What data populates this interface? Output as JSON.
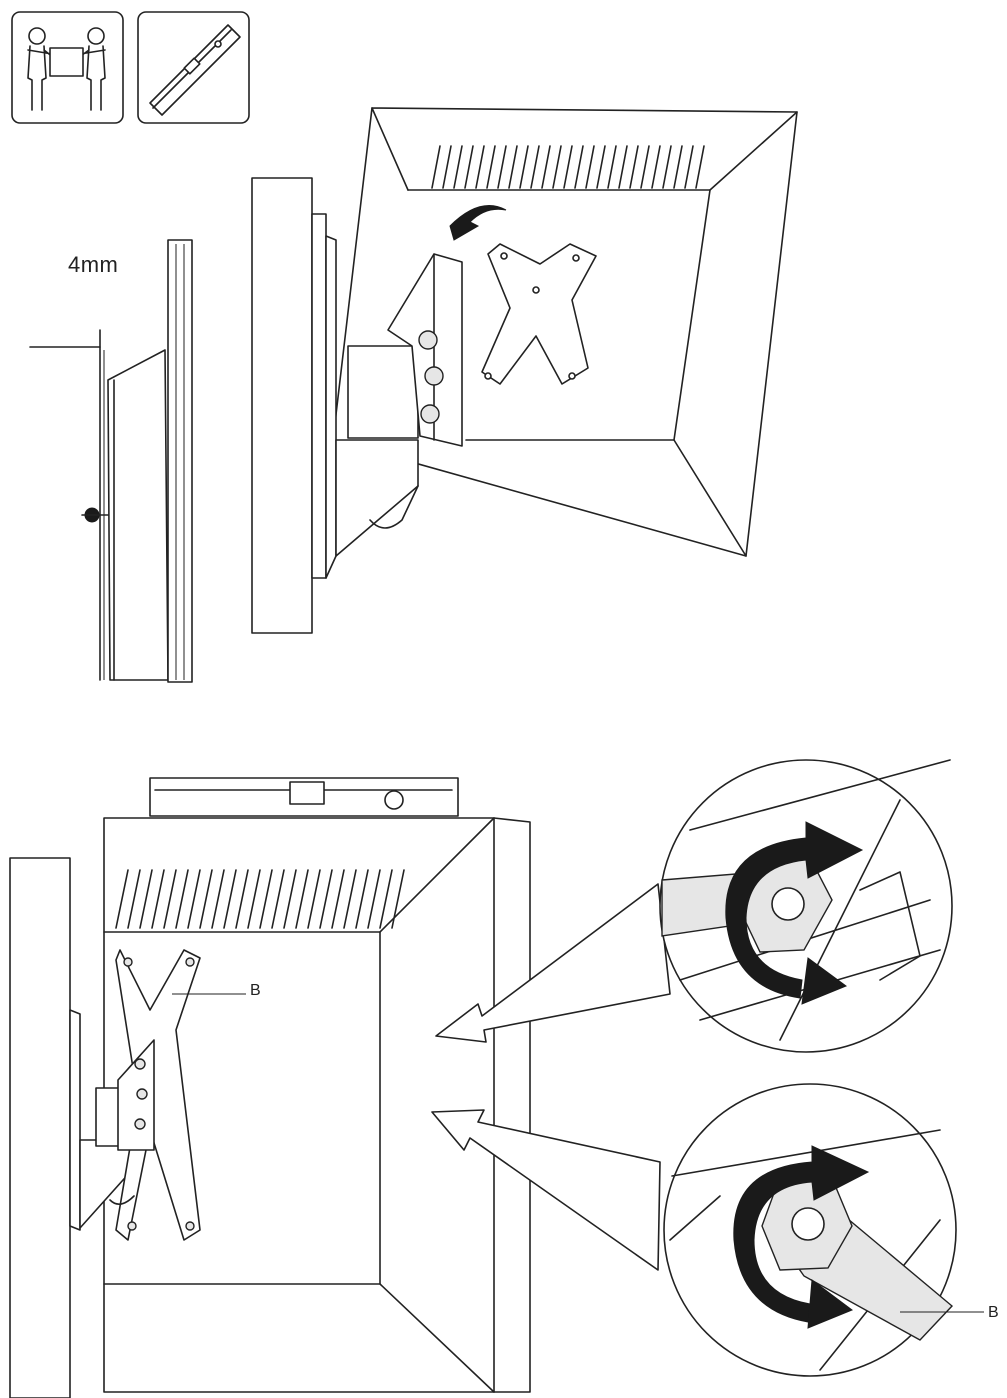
{
  "page": {
    "background": "#ffffff",
    "line_color": "#222222"
  },
  "icons": [
    {
      "name": "two-person-lift-icon"
    },
    {
      "name": "spirit-level-icon"
    }
  ],
  "labels": {
    "wall_gap": "4mm",
    "wrench_callout_top": "B",
    "wrench_callout_detail": "B"
  }
}
